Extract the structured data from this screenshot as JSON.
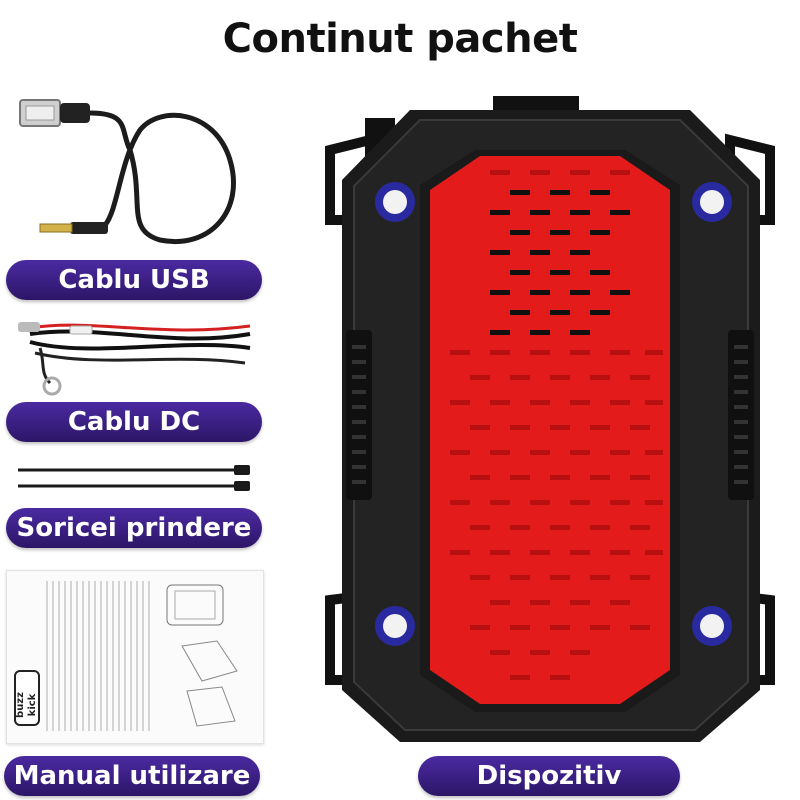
{
  "title": "Continut pachet",
  "labels": {
    "usb": "Cablu USB",
    "dc": "Cablu DC",
    "ties": "Soricei prindere",
    "manual": "Manual utilizare",
    "device": "Dispozitiv"
  },
  "manual": {
    "logo_line1": "buzz",
    "logo_line2": "kick"
  },
  "colors": {
    "pill": "#3a1f82",
    "device_body": "#1a1a1a",
    "device_panel": "#e31b1b",
    "led": "#2a2aa0"
  }
}
